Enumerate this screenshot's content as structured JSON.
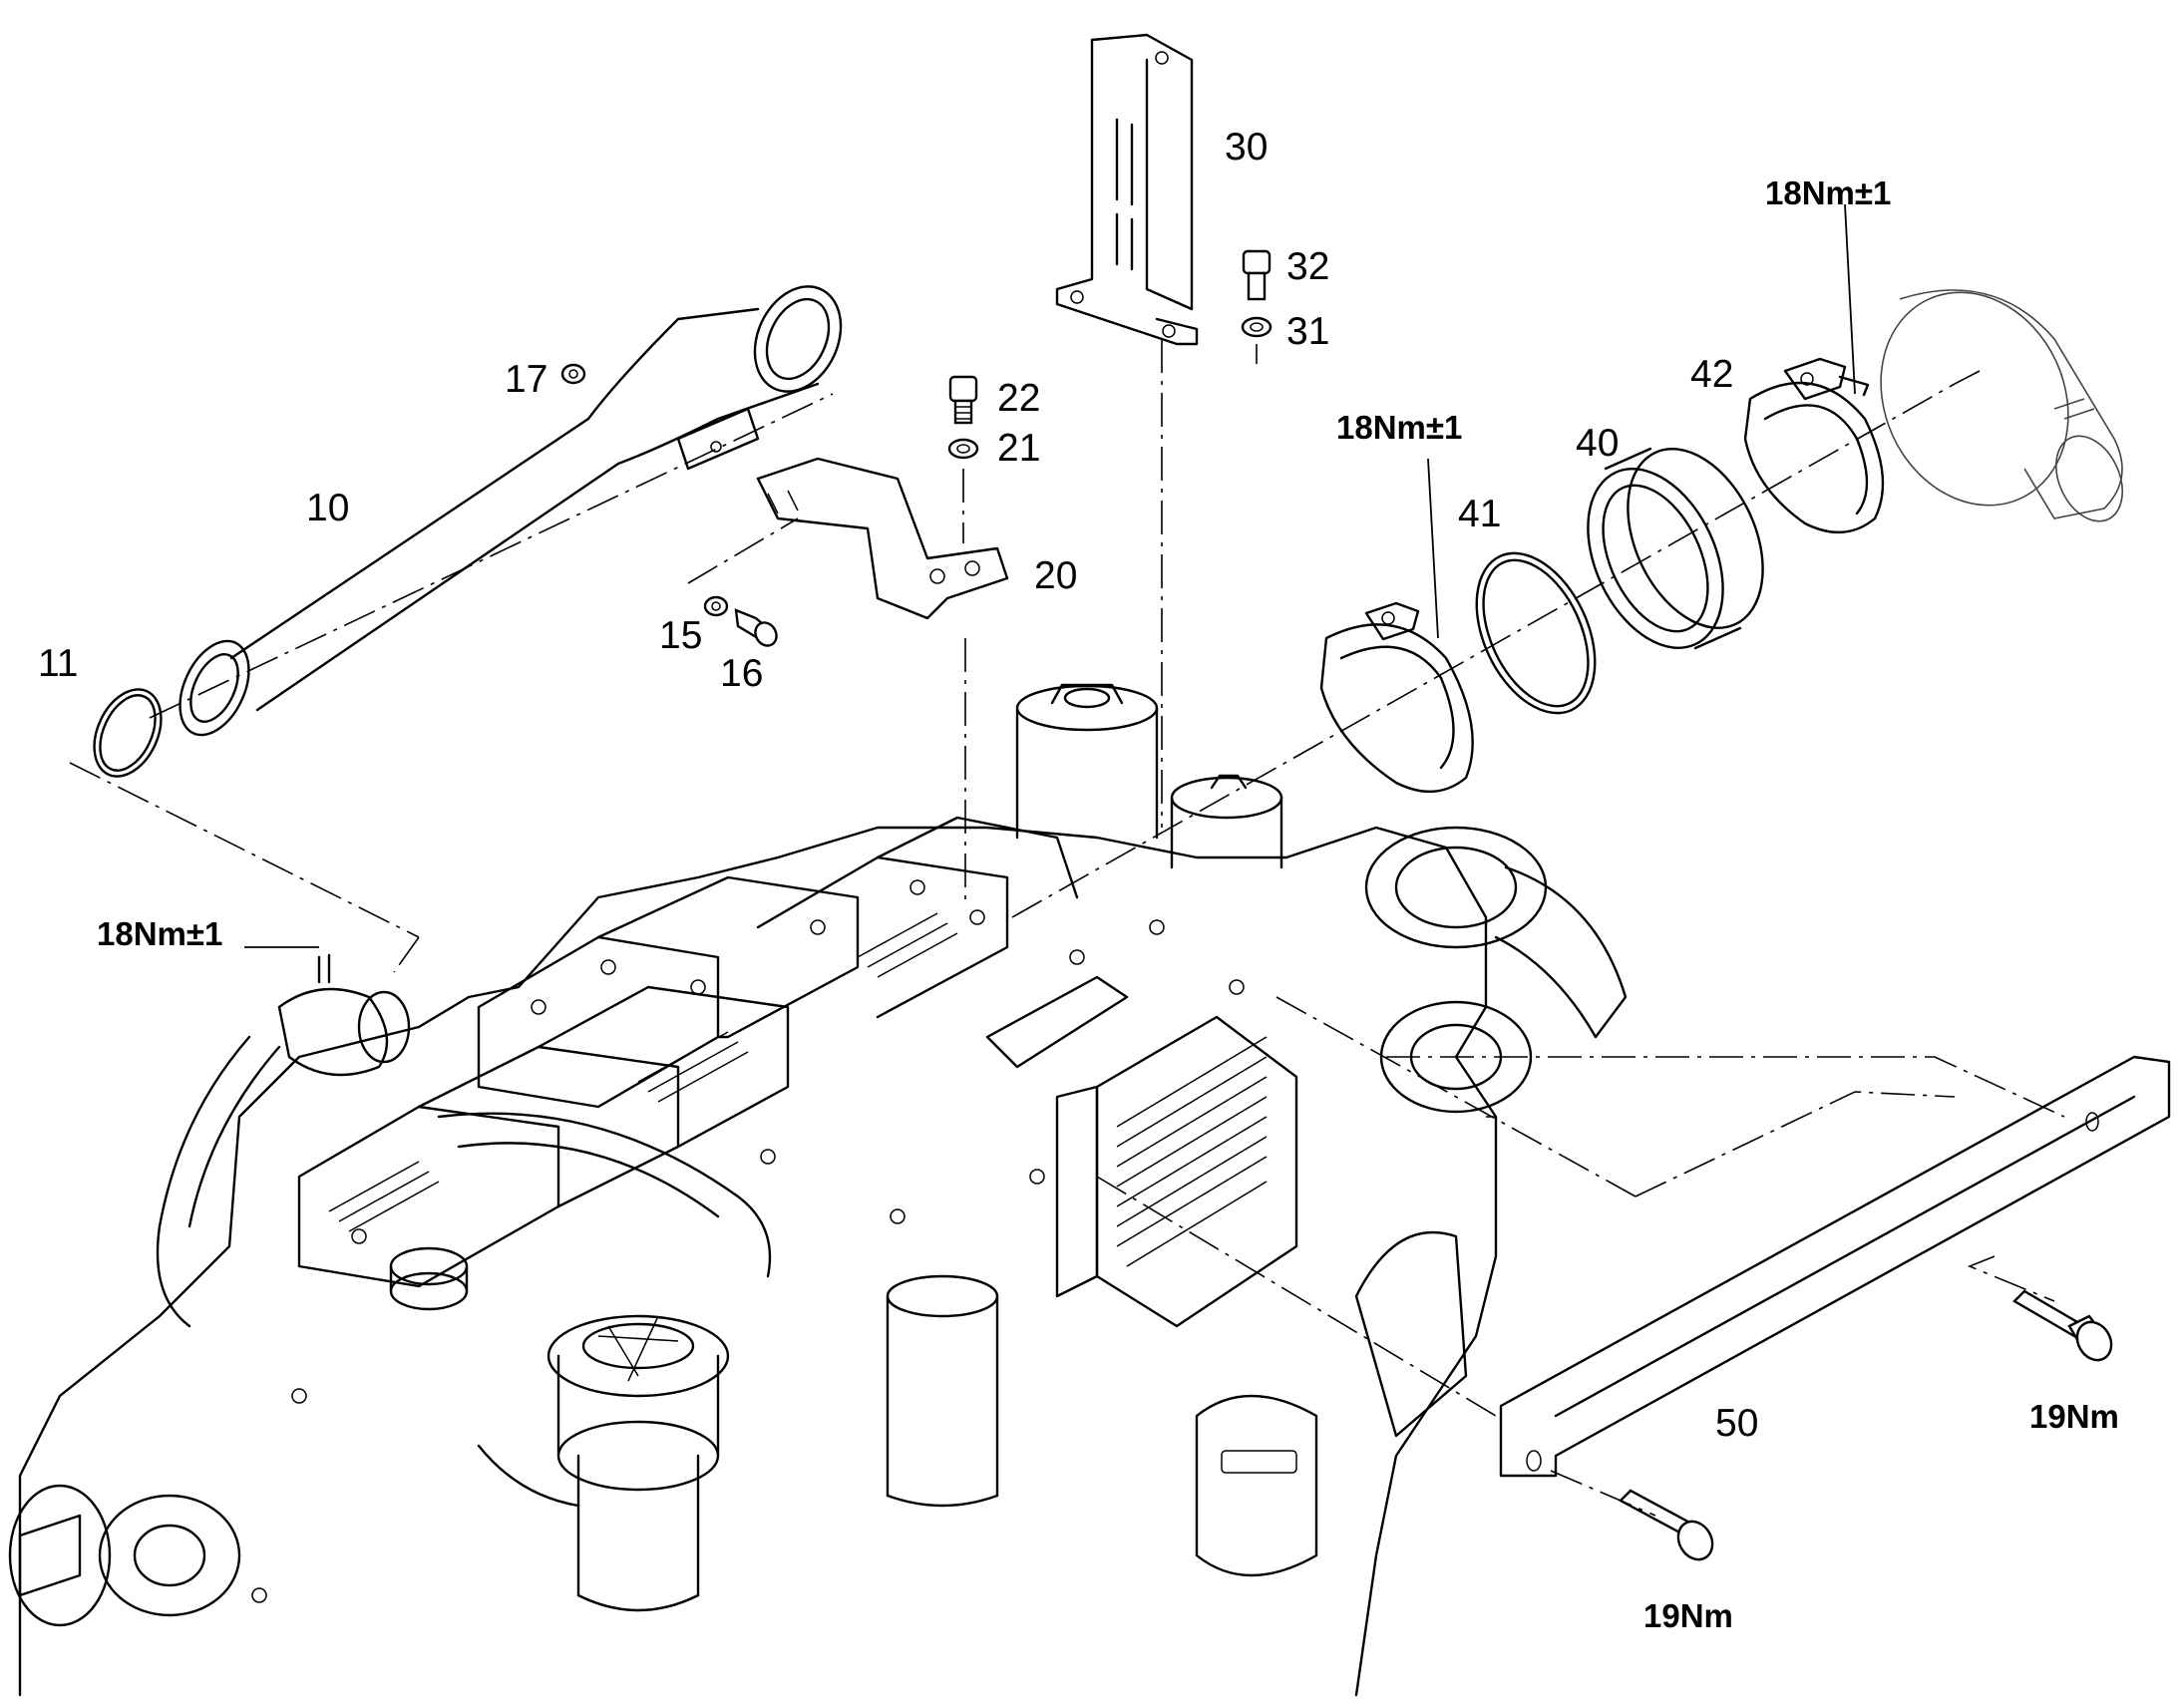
{
  "part_labels": {
    "p10": "10",
    "p11": "11",
    "p15": "15",
    "p16": "16",
    "p17": "17",
    "p20": "20",
    "p21": "21",
    "p22": "22",
    "p30": "30",
    "p31": "31",
    "p32": "32",
    "p40": "40",
    "p41": "41",
    "p42": "42",
    "p50": "50"
  },
  "torque_labels": {
    "clamp_42": "18Nm±1",
    "clamp_41": "18Nm±1",
    "turbo_inlet": "18Nm±1",
    "bolt_right": "19Nm",
    "bolt_bottom": "19Nm"
  }
}
